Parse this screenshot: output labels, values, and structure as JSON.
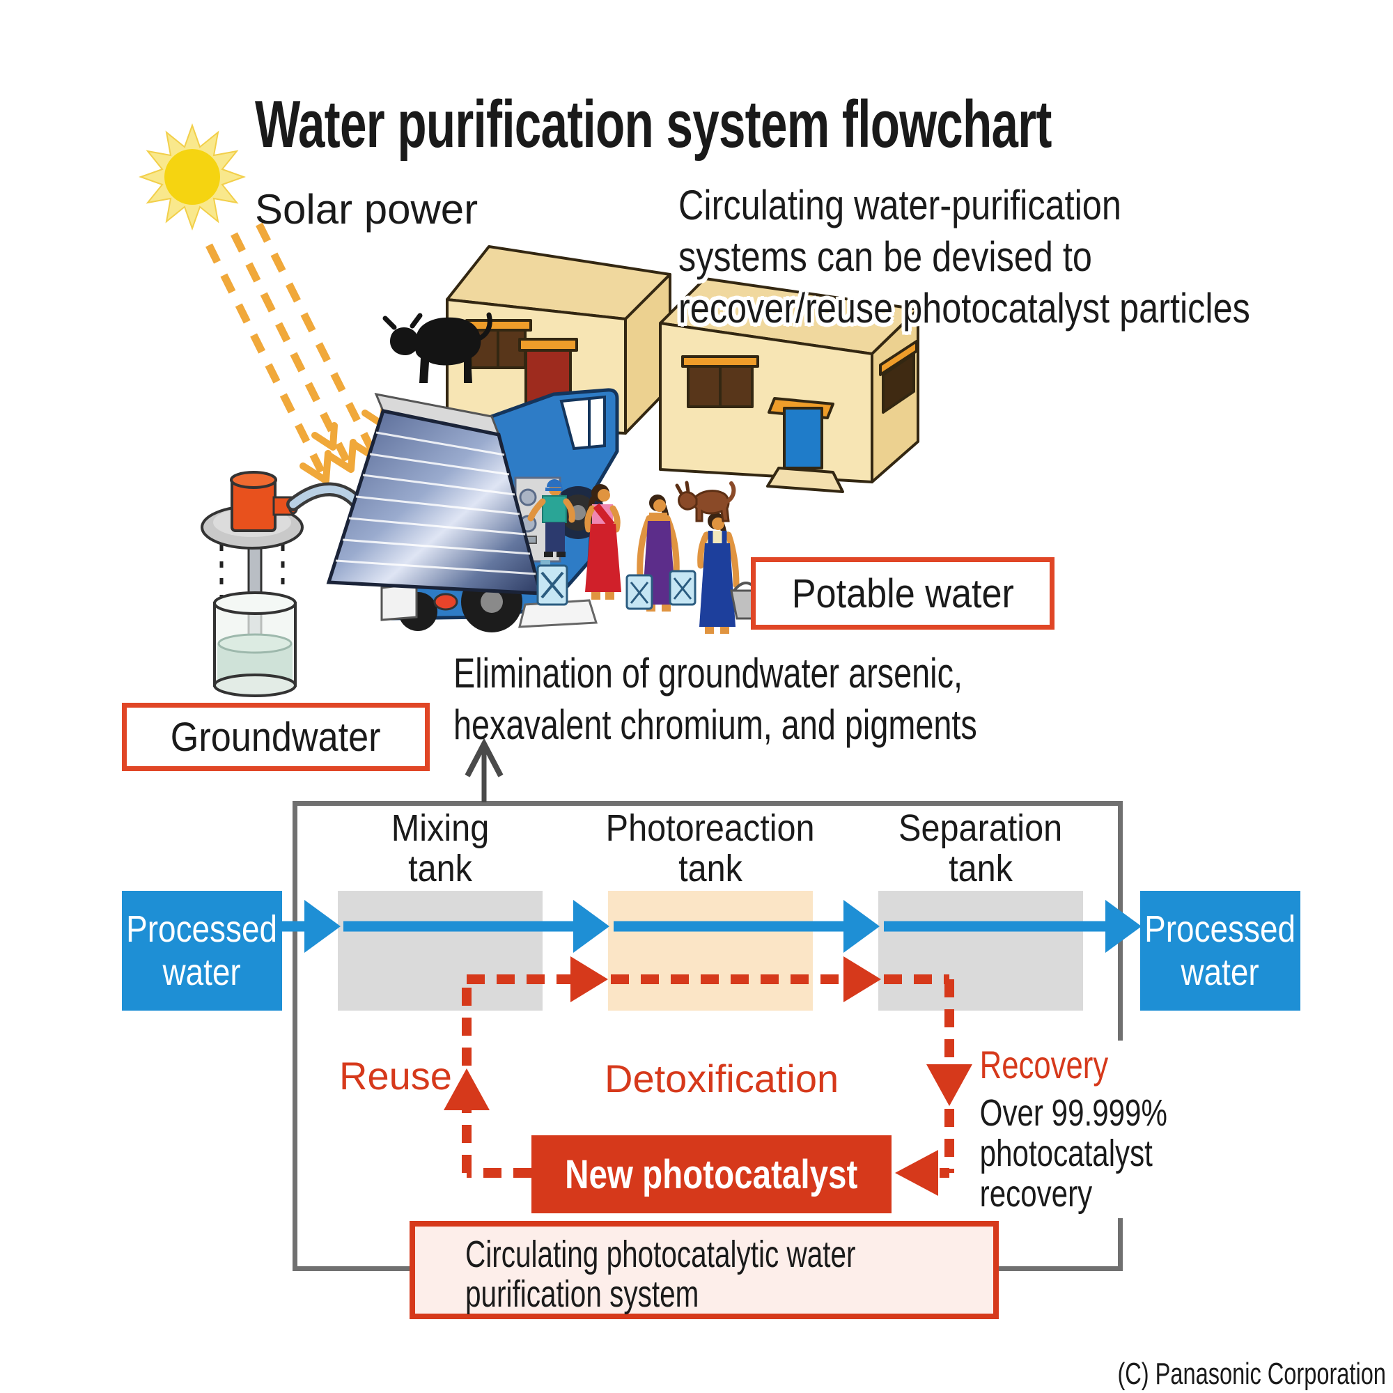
{
  "title": "Water purification system flowchart",
  "scene": {
    "solar_power_label": "Solar power",
    "circulating_note": "Circulating water-purification systems can be devised to recover/reuse photocatalyst particles",
    "potable_water_label": "Potable water",
    "groundwater_label": "Groundwater",
    "elimination_note": "Elimination of groundwater arsenic, hexavalent chromium, and pigments",
    "icons": [
      "sun-icon",
      "sunbeam-arrows",
      "well-pump-icon",
      "groundwater-well-icon",
      "supply-pipe",
      "house-icon",
      "cow-icon",
      "dog-icon",
      "water-truck-icon",
      "solar-panel-icon",
      "operator-figure",
      "villager-figures",
      "water-container-icons",
      "up-arrow-icon"
    ]
  },
  "flowchart": {
    "input_label": "Processed water",
    "output_label": "Processed water",
    "tanks": [
      {
        "line1": "Mixing",
        "line2": "tank"
      },
      {
        "line1": "Photoreaction",
        "line2": "tank"
      },
      {
        "line1": "Separation",
        "line2": "tank"
      }
    ],
    "reuse_label": "Reuse",
    "detoxification_label": "Detoxification",
    "recovery_label": "Recovery",
    "recovery_note": "Over 99.999% photocatalyst recovery",
    "new_photocatalyst_label": "New photocatalyst",
    "system_caption": "Circulating photocatalytic water purification system"
  },
  "footer": {
    "copyright": "(C) Panasonic Corporation"
  },
  "colors": {
    "accent_red": "#d6391b",
    "tag_border_red": "#e04626",
    "flow_blue": "#1e8fd5",
    "tank_gray": "#dadada",
    "photoreaction_peach": "#fbe5c6",
    "outer_border_gray": "#707070",
    "sun_yellow": "#f5d411",
    "ray_orange": "#f0a83a",
    "caption_pink_bg": "#fdeeea",
    "house_tan": "#f7e5b4",
    "truck_blue": "#2e7cc6"
  }
}
